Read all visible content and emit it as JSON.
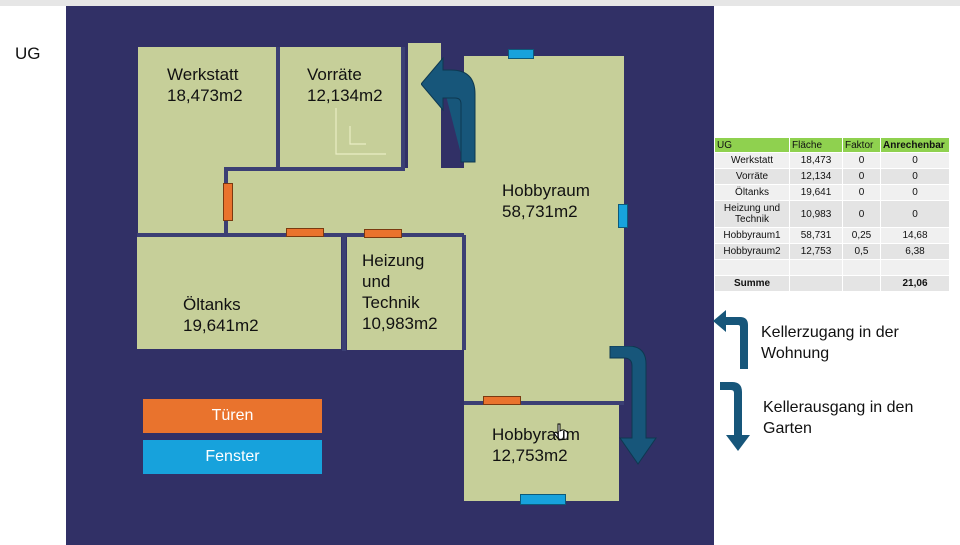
{
  "page_label": "UG",
  "rooms": {
    "werkstatt": {
      "name": "Werkstatt",
      "area": "18,473m2"
    },
    "vorraete": {
      "name": "Vorräte",
      "area": "12,134m2"
    },
    "hobbyraum1": {
      "name": "Hobbyraum",
      "area": "58,731m2"
    },
    "oeltanks": {
      "name": "Öltanks",
      "area": "19,641m2"
    },
    "heizung": {
      "name": "Heizung\nund\nTechnik",
      "area": "10,983m2"
    },
    "hobbyraum2": {
      "name": "Hobbyraum",
      "area": "12,753m2"
    }
  },
  "legend": {
    "doors": "Türen",
    "windows": "Fenster"
  },
  "colors": {
    "background": "#313066",
    "room": "#c6cf99",
    "door": "#e9732d",
    "window": "#17a2dc",
    "arrow": "#17567a",
    "table_header": "#8fd14f"
  },
  "table": {
    "headers": [
      "UG",
      "Fläche",
      "Faktor",
      "Anrechenbar"
    ],
    "rows": [
      [
        "Werkstatt",
        "18,473",
        "0",
        "0"
      ],
      [
        "Vorräte",
        "12,134",
        "0",
        "0"
      ],
      [
        "Öltanks",
        "19,641",
        "0",
        "0"
      ],
      [
        "Heizung und Technik",
        "10,983",
        "0",
        "0"
      ],
      [
        "Hobbyraum1",
        "58,731",
        "0,25",
        "14,68"
      ],
      [
        "Hobbyraum2",
        "12,753",
        "0,5",
        "6,38"
      ],
      [
        "",
        "",
        "",
        ""
      ]
    ],
    "sum_label": "Summe",
    "sum_value": "21,06"
  },
  "notes": {
    "entrance": "Kellerzugang in der\nWohnung",
    "exit": "Kellerausgang in den\nGarten"
  },
  "icons": [
    "arrow-up-left-icon",
    "arrow-down-icon",
    "cursor-hand-icon"
  ]
}
